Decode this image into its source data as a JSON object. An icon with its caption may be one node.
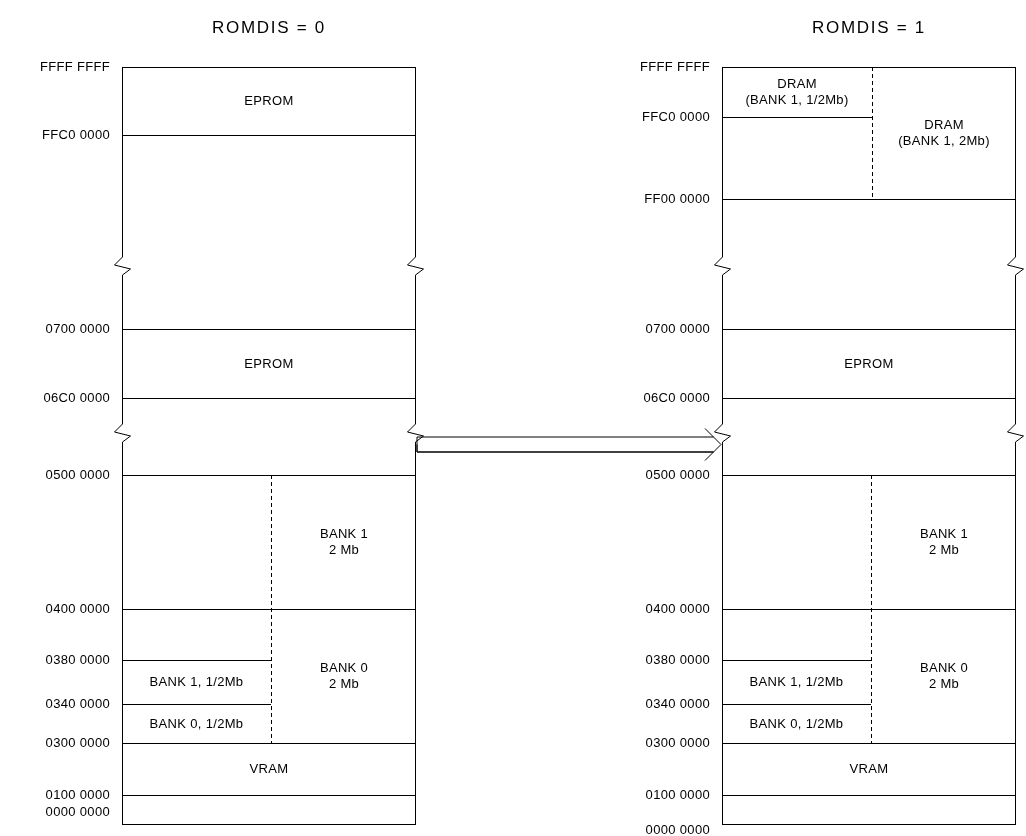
{
  "diagram": {
    "nodes": [
      {
        "text": [
          "ROMDIS = 0"
        ]
      },
      {
        "text": [
          "EPROM"
        ],
        "in": 0
      },
      {
        "text": [
          "EPROM"
        ],
        "in": 0
      },
      {
        "text": [
          "BANK 1 2 Mb"
        ],
        "in": 0
      },
      {
        "text": [
          "BANK 0 2 Mb"
        ],
        "in": 0
      },
      {
        "text": [
          "BANK 1, 1/2Mb"
        ],
        "in": 0
      },
      {
        "text": [
          "BANK 0, 1/2Mb"
        ],
        "in": 0
      },
      {
        "text": [
          "VRAM"
        ],
        "in": 0
      },
      {
        "text": [
          "ROMDIS = 1"
        ]
      },
      {
        "text": [
          "DRAM (BANK 1, 1/2Mb)"
        ],
        "in": 8
      },
      {
        "text": [
          "DRAM (BANK 1, 2Mb)"
        ],
        "in": 8
      },
      {
        "text": [
          "EPROM"
        ],
        "in": 8
      },
      {
        "text": [
          "BANK 1 2 Mb"
        ],
        "in": 8
      },
      {
        "text": [
          "BANK 0 2 Mb"
        ],
        "in": 8
      },
      {
        "text": [
          "BANK 1, 1/2Mb"
        ],
        "in": 8
      },
      {
        "text": [
          "BANK 0, 1/2Mb"
        ],
        "in": 8
      },
      {
        "text": [
          "VRAM"
        ],
        "in": 8
      }
    ],
    "edges": [
      {
        "from": 0,
        "to": 8,
        "arrow": "to"
      }
    ],
    "labels": [
      "FFFF FFFF",
      "FFC0 0000",
      "0700 0000",
      "06C0 0000",
      "0500 0000",
      "0400 0000",
      "0380 0000",
      "0340 0000",
      "0300 0000",
      "0100 0000",
      "0000 0000",
      "FFFF FFFF",
      "FFC0 0000",
      "FF00 0000",
      "0700 0000",
      "06C0 0000",
      "0500 0000",
      "0400 0000",
      "0380 0000",
      "0340 0000",
      "0300 0000",
      "0100 0000",
      "0000 0000"
    ]
  }
}
